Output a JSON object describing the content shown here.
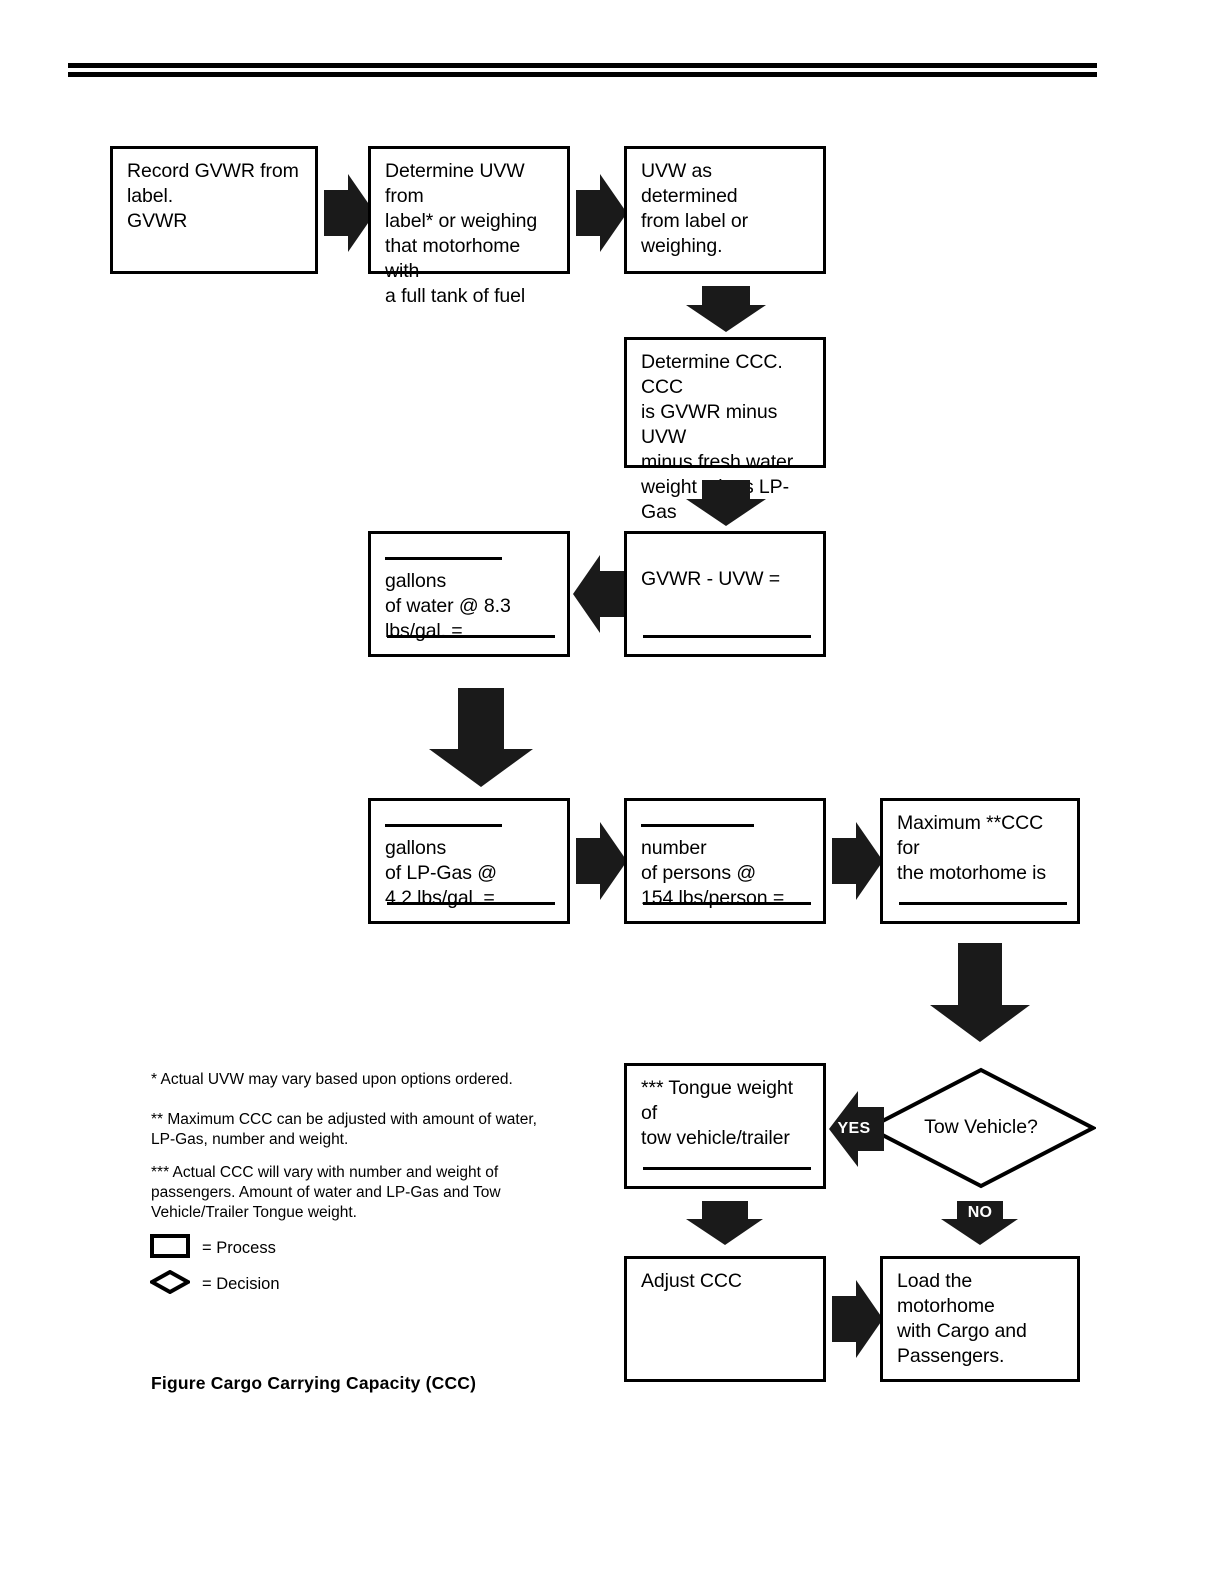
{
  "page": {
    "header_rule": "double-horizontal-rule",
    "caption": "Figure Cargo Carrying Capacity (CCC)"
  },
  "flow": {
    "boxes": [
      {
        "id": "record-gvwr",
        "lines": [
          "Record GVWR from",
          "label.",
          "GVWR"
        ]
      },
      {
        "id": "determine-uvw",
        "lines": [
          "Determine UVW from",
          "label* or weighing",
          "that motorhome with",
          "a full tank of fuel"
        ]
      },
      {
        "id": "uvw-determined",
        "lines": [
          "UVW as determined",
          "from label or",
          "weighing."
        ]
      },
      {
        "id": "determine-ccc",
        "lines": [
          "Determine CCC. CCC",
          "is GVWR minus UVW",
          "minus fresh water",
          "weight minus LP-Gas"
        ]
      },
      {
        "id": "gvwr-minus-uvw",
        "lines": [
          "GVWR - UVW ="
        ]
      },
      {
        "id": "water-gallons",
        "lines": [
          "gallons",
          "of water @ 8.3",
          "lbs/gal. ="
        ],
        "blank_first": true
      },
      {
        "id": "lpgas-gallons",
        "lines": [
          "gallons",
          "of LP-Gas @",
          "4.2 lbs/gal. ="
        ],
        "blank_first": true
      },
      {
        "id": "persons-number",
        "lines": [
          "number",
          "of persons @",
          "154 lbs/person ="
        ],
        "blank_first": true
      },
      {
        "id": "maximum-ccc",
        "lines": [
          "Maximum **CCC for",
          "the motorhome is"
        ]
      },
      {
        "id": "tongue-weight",
        "lines": [
          "*** Tongue weight of",
          "tow vehicle/trailer"
        ]
      },
      {
        "id": "adjust-ccc",
        "lines": [
          "Adjust CCC"
        ]
      },
      {
        "id": "load-motorhome",
        "lines": [
          "Load the motorhome",
          "with Cargo and",
          "Passengers."
        ]
      }
    ],
    "decision": {
      "id": "tow-vehicle",
      "label": "Tow Vehicle?"
    },
    "arrow_labels": {
      "yes": "YES",
      "no": "NO"
    }
  },
  "notes": [
    "* Actual UVW may vary based upon options ordered.",
    "** Maximum CCC can be adjusted with amount of water, LP-Gas, number and weight.",
    "*** Actual CCC will vary with number and weight of passengers. Amount of water and LP-Gas and Tow Vehicle/Trailer Tongue weight."
  ],
  "legend": [
    {
      "shape": "rectangle",
      "label": "= Process"
    },
    {
      "shape": "diamond",
      "label": "= Decision"
    }
  ],
  "colors": {
    "ink": "#000000",
    "paper": "#ffffff",
    "arrow_fill": "#1a1a1a"
  }
}
